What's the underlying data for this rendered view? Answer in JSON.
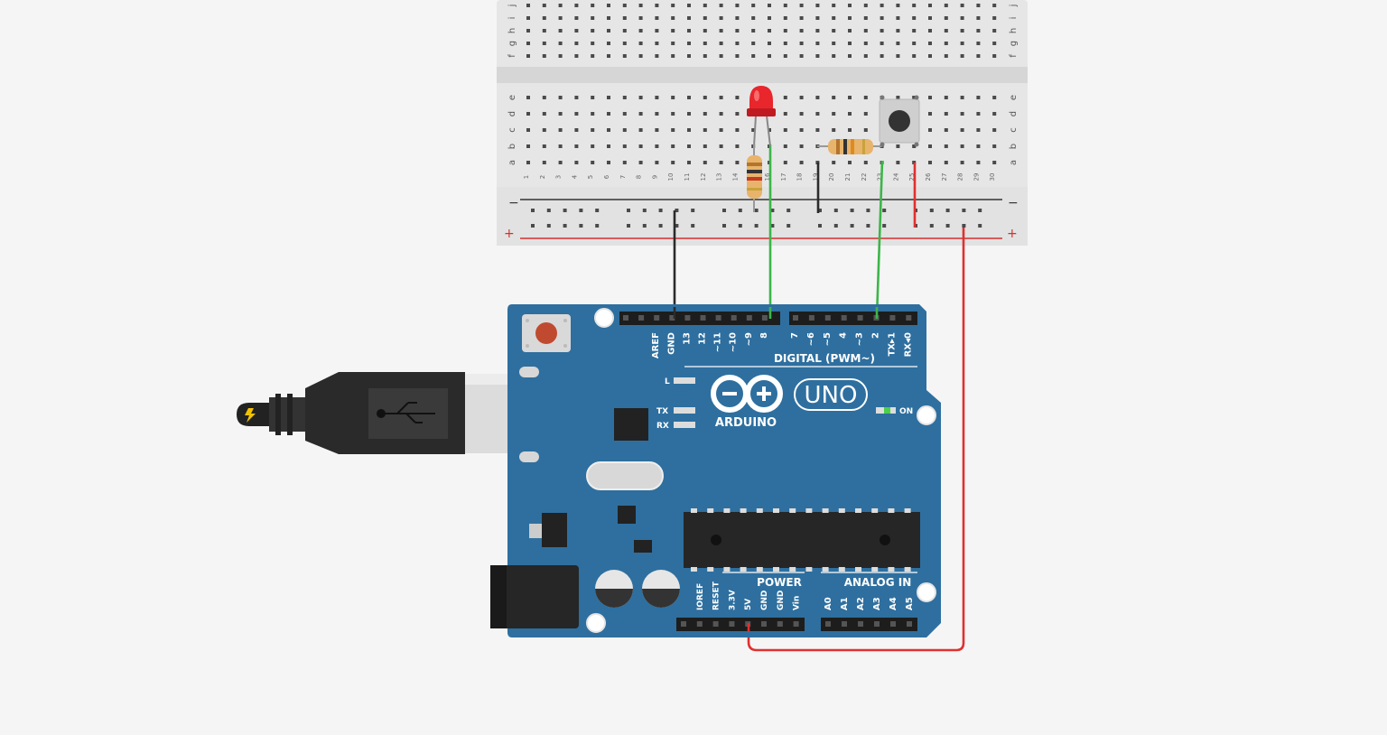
{
  "breadboard": {
    "top_row_letters": [
      "j",
      "i",
      "h",
      "g",
      "f"
    ],
    "bottom_row_letters": [
      "e",
      "d",
      "c",
      "b",
      "a"
    ],
    "column_numbers": [
      "1",
      "2",
      "3",
      "4",
      "5",
      "6",
      "7",
      "8",
      "9",
      "10",
      "11",
      "12",
      "13",
      "14",
      "15",
      "16",
      "17",
      "18",
      "19",
      "20",
      "21",
      "22",
      "23",
      "24",
      "25",
      "26",
      "27",
      "28",
      "29",
      "30"
    ],
    "rail_minus": "−",
    "rail_plus": "+"
  },
  "arduino": {
    "brand": "ARDUINO",
    "model": "UNO",
    "digital_header_label": "DIGITAL (PWM~)",
    "digital_pins_left": [
      "AREF",
      "GND",
      "13",
      "12",
      "~11",
      "~10",
      "~9",
      "8"
    ],
    "digital_pins_right": [
      "7",
      "~6",
      "~5",
      "4",
      "~3",
      "2",
      "TX▸1",
      "RX◂0"
    ],
    "power_label": "POWER",
    "analog_label": "ANALOG IN",
    "power_pins": [
      "IOREF",
      "RESET",
      "3.3V",
      "5V",
      "GND",
      "GND",
      "Vin"
    ],
    "analog_pins": [
      "A0",
      "A1",
      "A2",
      "A3",
      "A4",
      "A5"
    ],
    "led_l": "L",
    "led_tx": "TX",
    "led_rx": "RX",
    "on_label": "ON"
  },
  "colors": {
    "background": "#f5f5f5",
    "board_blue": "#2e6f9f",
    "breadboard": "#e7e7e7",
    "wire_green": "#3cb54a",
    "wire_red": "#e03030",
    "wire_black": "#2b2b2b",
    "led_red": "#e8262b"
  },
  "icons": {
    "usb": "usb-icon",
    "bolt": "lightning-bolt-icon"
  }
}
